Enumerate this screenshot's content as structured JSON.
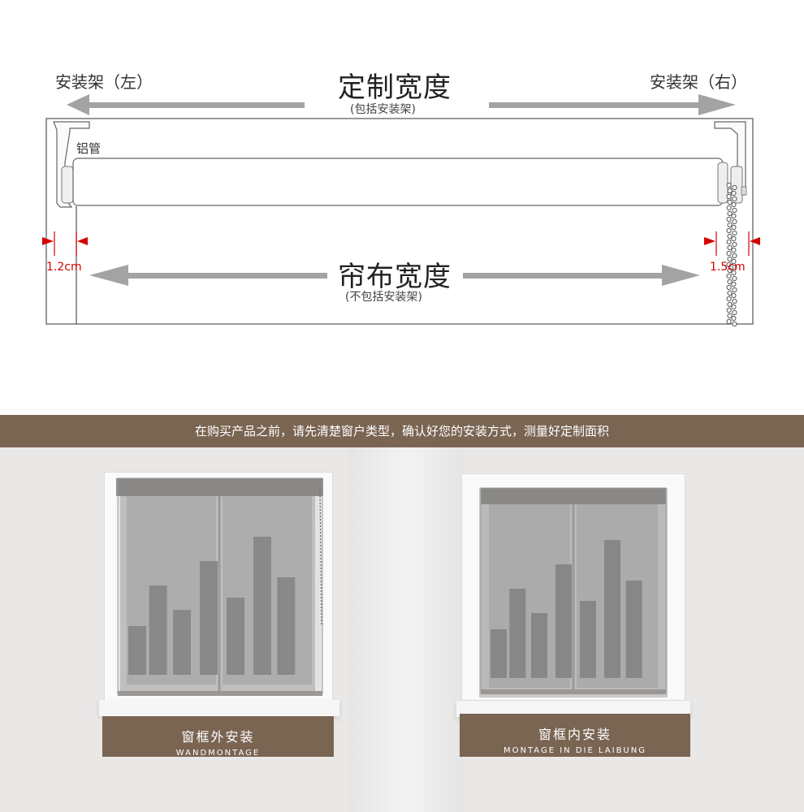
{
  "diagram": {
    "title": "定制宽度",
    "title_sub": "(包括安装架)",
    "bracket_left": "安装架（左）",
    "bracket_right": "安装架（右）",
    "tube_label": "铝管",
    "fabric_title": "帘布宽度",
    "fabric_sub": "(不包括安装架)",
    "left_gap": "1.2cm",
    "right_gap": "1.5cm"
  },
  "banner": {
    "text": "在购买产品之前，请先清楚窗户类型，确认好您的安装方式，测量好定制面积"
  },
  "install_options": [
    {
      "title": "窗框外安装",
      "subtitle": "WANDMONTAGE"
    },
    {
      "title": "窗框内安装",
      "subtitle": "MONTAGE IN DIE LAIBUNG"
    }
  ],
  "colors": {
    "accent_brown": "#7a6452",
    "arrow_gray": "#a3a3a3",
    "measure_red": "#d40000",
    "wall": "#e9e8e7"
  }
}
